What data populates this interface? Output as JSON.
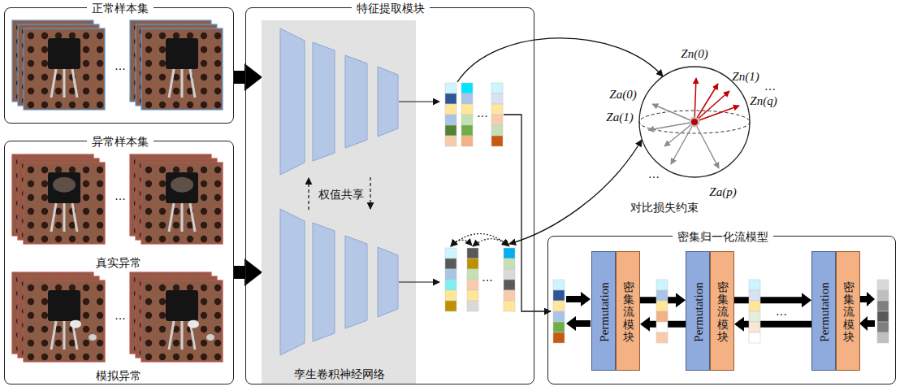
{
  "diagram": {
    "nodes": [
      {
        "text": [
          "正常样本集"
        ]
      },
      {
        "text": [
          "异常样本集",
          "真实异常",
          "模拟异常"
        ]
      },
      {
        "text": [
          "特征提取模块"
        ]
      },
      {
        "text": [
          "孪生卷积神经网络",
          "权值共享"
        ],
        "in": 2
      },
      {
        "text": [
          "对比损失约束"
        ]
      },
      {
        "text": [
          "密集归一化流模型"
        ]
      },
      {
        "text": [
          "Permutation"
        ],
        "in": 5
      },
      {
        "text": [
          "密集流模块"
        ],
        "in": 5
      },
      {
        "text": [
          "Permutation"
        ],
        "in": 5
      },
      {
        "text": [
          "密集流模块"
        ],
        "in": 5
      },
      {
        "text": [
          "Permutation"
        ],
        "in": 5
      },
      {
        "text": [
          "密集流模块"
        ],
        "in": 5
      }
    ],
    "edges": [
      {
        "from": 0,
        "to": 3,
        "arrow": "to"
      },
      {
        "from": 1,
        "to": 3,
        "arrow": "to"
      },
      {
        "from": 7,
        "to": 8,
        "arrow": "both"
      },
      {
        "from": 9,
        "to": 10,
        "arrow": "both"
      }
    ],
    "labels": [
      "···",
      "···",
      "···",
      "···",
      "···",
      "Zn(0)",
      "Zn(1)",
      "…",
      "Zn(q)",
      "Za(0)",
      "Za(1)",
      "…",
      "Za(p)",
      "…"
    ]
  }
}
